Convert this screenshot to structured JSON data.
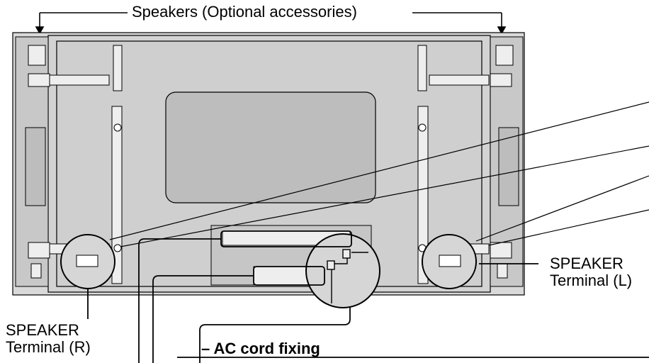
{
  "labels": {
    "speakers_title": "Speakers (Optional accessories)",
    "speaker_terminal_r_line1": "SPEAKER",
    "speaker_terminal_r_line2": "Terminal (R)",
    "speaker_terminal_l_line1": "SPEAKER",
    "speaker_terminal_l_line2": "Terminal (L)",
    "ac_cord_fixing": "– AC cord fixing"
  }
}
